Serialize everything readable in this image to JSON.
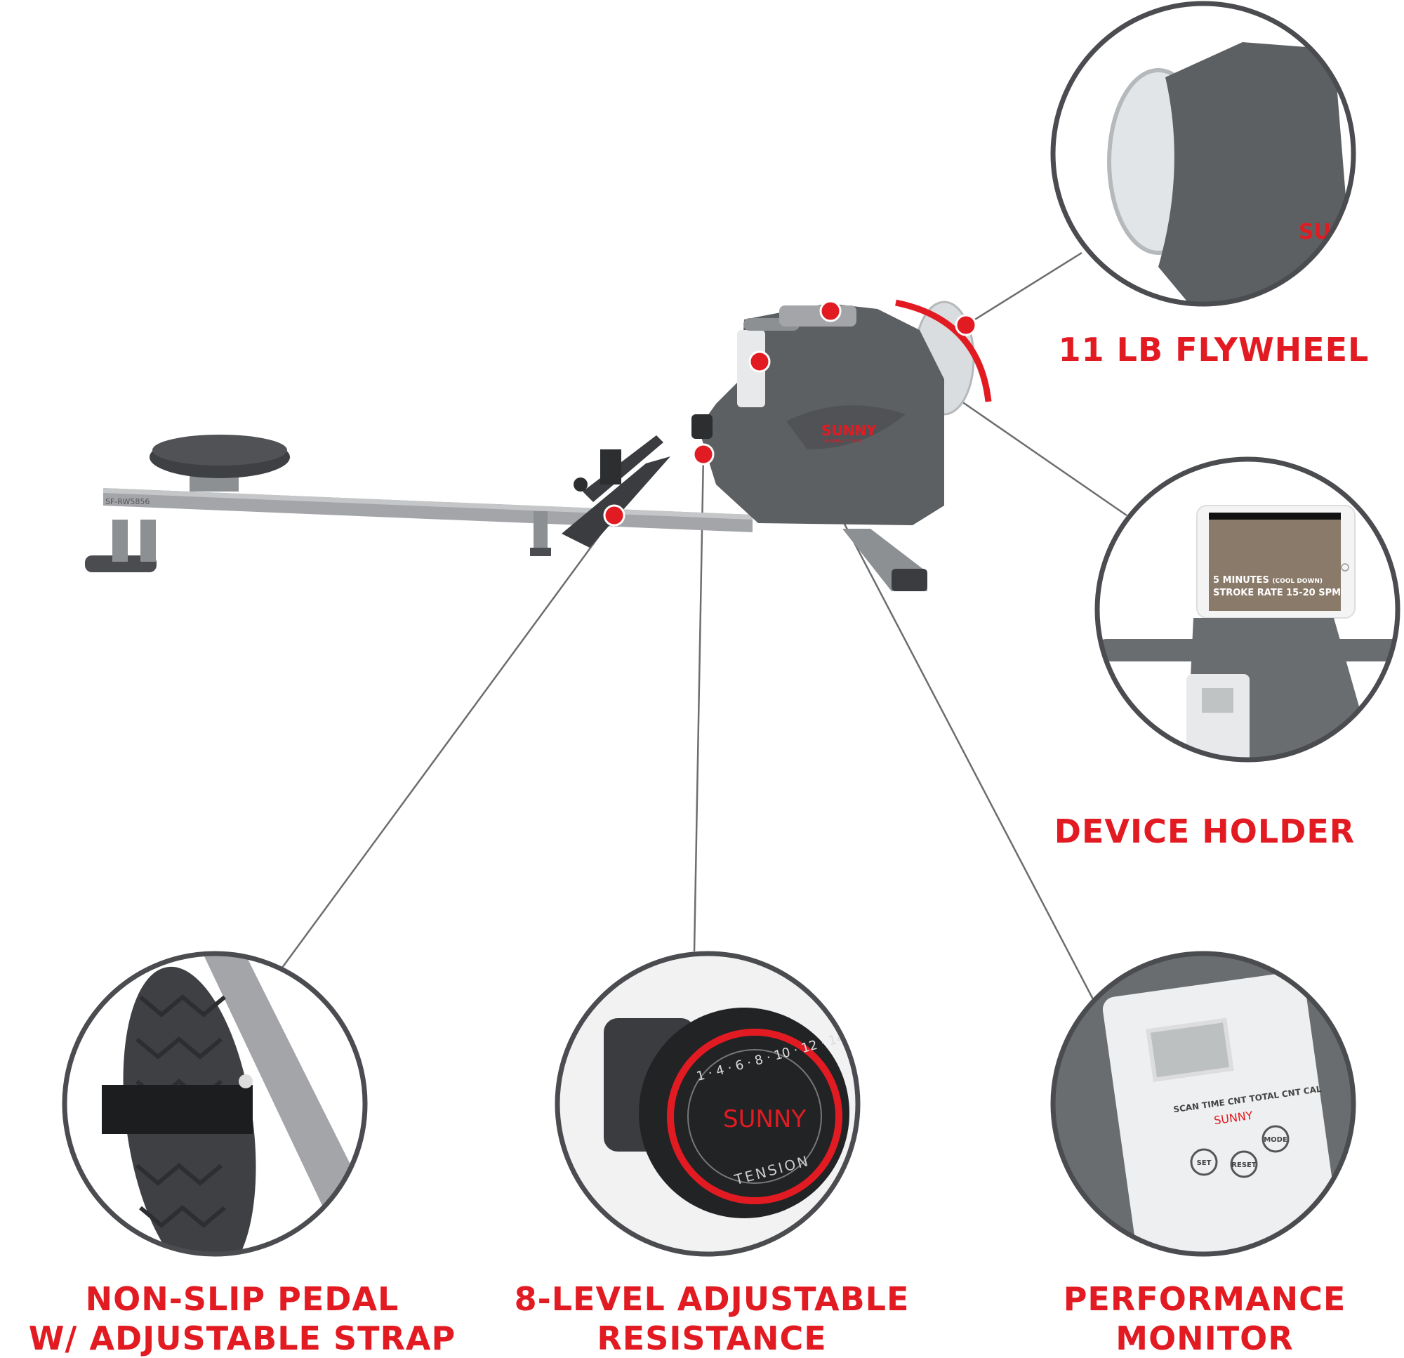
{
  "colors": {
    "accent": "#e21b23",
    "body": "#5d6063",
    "frame": "#a3a5a8",
    "ring": "#4a4c4f"
  },
  "product": {
    "brand": "SUNNY",
    "brand_sub": "HEALTH & FITNESS",
    "model": "SF-RW5856"
  },
  "features": {
    "flywheel": {
      "label": "11 LB FLYWHEEL"
    },
    "device_holder": {
      "label": "DEVICE HOLDER",
      "tablet_line1": "5 MINUTES",
      "tablet_line1_small": "(COOL DOWN)",
      "tablet_line2": "STROKE RATE 15-20 SPM"
    },
    "pedal": {
      "label_line1": "NON-SLIP PEDAL",
      "label_line2": "W/ ADJUSTABLE STRAP"
    },
    "resistance": {
      "label_line1": "8-LEVEL ADJUSTABLE",
      "label_line2": "RESISTANCE",
      "knob_scale": "1 · 4 · 6 · 8 · 10 · 12 · 14 · 16",
      "knob_text": "TENSION"
    },
    "monitor": {
      "label_line1": "PERFORMANCE",
      "label_line2": "MONITOR",
      "readouts": "SCAN TIME CNT TOTAL CNT CAL",
      "buttons": [
        "SET",
        "RESET",
        "MODE"
      ]
    }
  }
}
